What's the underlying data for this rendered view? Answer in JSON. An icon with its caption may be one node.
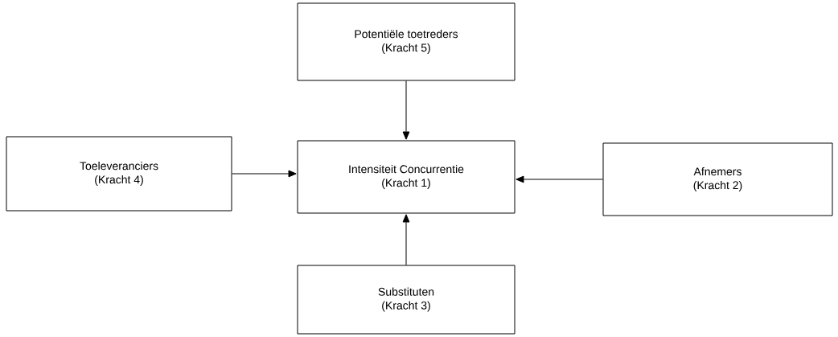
{
  "diagram": {
    "nodes": [
      {
        "text": [
          "Potentiële toetreders",
          "(Kracht 5)"
        ]
      },
      {
        "text": [
          "Toeleveranciers",
          "(Kracht 4)"
        ]
      },
      {
        "text": [
          "Intensiteit Concurrentie",
          "(Kracht 1)"
        ]
      },
      {
        "text": [
          "Afnemers",
          "(Kracht 2)"
        ]
      },
      {
        "text": [
          "Substituten",
          "(Kracht 3)"
        ]
      }
    ],
    "edges": [
      {
        "from": 0,
        "to": 2,
        "arrow": "to"
      },
      {
        "from": 1,
        "to": 2,
        "arrow": "to"
      },
      {
        "from": 3,
        "to": 2,
        "arrow": "to"
      },
      {
        "from": 4,
        "to": 2,
        "arrow": "to"
      }
    ]
  }
}
